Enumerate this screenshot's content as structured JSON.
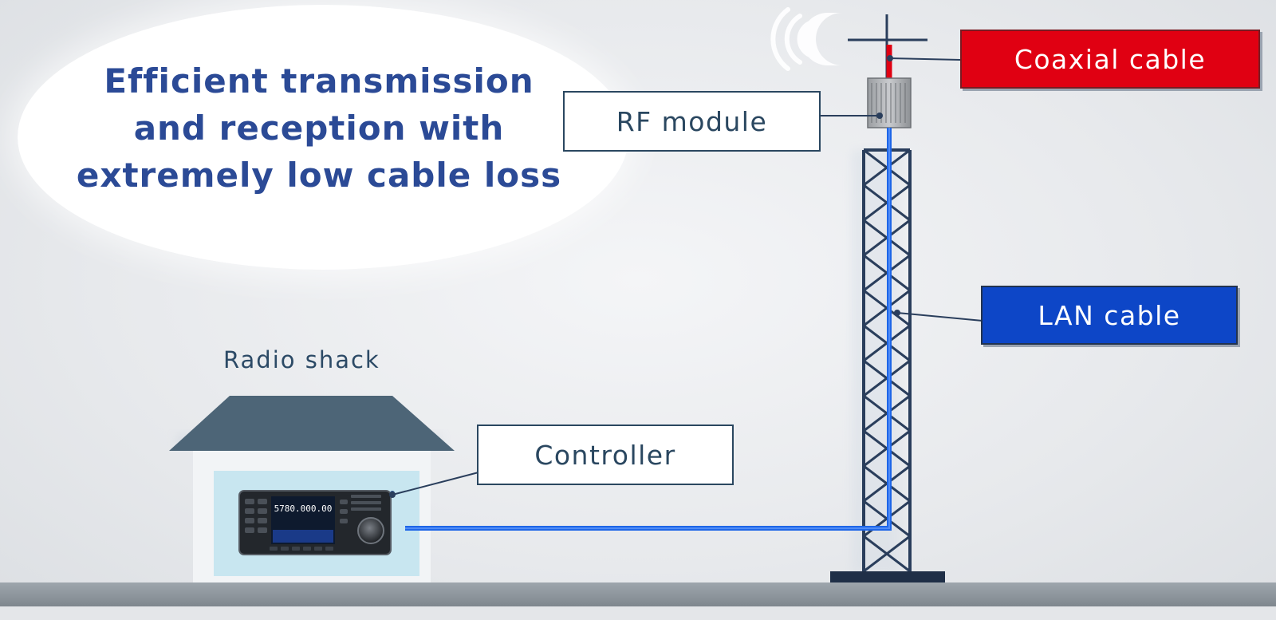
{
  "headline": {
    "line1": "Efficient transmission",
    "line2": "and reception with",
    "line3": "extremely low cable loss"
  },
  "labels": {
    "coaxial_cable": "Coaxial cable",
    "rf_module": "RF module",
    "lan_cable": "LAN cable",
    "controller": "Controller",
    "radio_shack": "Radio shack"
  },
  "device_display": {
    "frequency": "5780.000.00"
  },
  "colors": {
    "headline_blue": "#2b4a96",
    "coax_red": "#e00012",
    "lan_blue": "#0d46c7",
    "cable_line_blue": "#1e66e8",
    "tower_navy": "#2a3e5c",
    "roof_slate": "#4d6577"
  }
}
